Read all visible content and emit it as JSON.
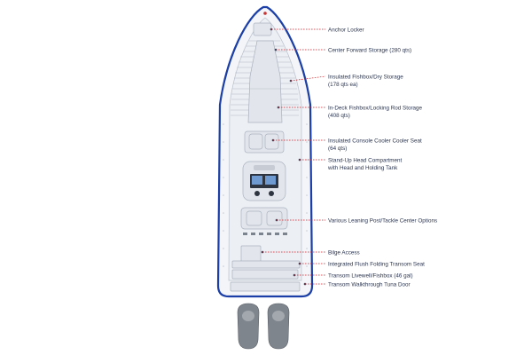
{
  "callouts": [
    {
      "id": "anchor-locker",
      "line1": "Anchor Locker",
      "line2": ""
    },
    {
      "id": "center-forward-storage",
      "line1": "Center Forward Storage (280 qts)",
      "line2": ""
    },
    {
      "id": "insulated-fishbox",
      "line1": "Insulated Fishbox/Dry Storage",
      "line2": "(178 qts ea)"
    },
    {
      "id": "in-deck-fishbox",
      "line1": "In-Deck Fishbox/Locking Rod Storage",
      "line2": "(408 qts)"
    },
    {
      "id": "console-cooler-seat",
      "line1": "Insulated Console Cooler Cooler Seat",
      "line2": "(64 qts)"
    },
    {
      "id": "head-compartment",
      "line1": "Stand-Up Head Compartment",
      "line2": "with Head and Holding Tank"
    },
    {
      "id": "leaning-post",
      "line1": "Various Leaning Post/Tackle Center Options",
      "line2": ""
    },
    {
      "id": "bilge-access",
      "line1": "Bilge Access",
      "line2": ""
    },
    {
      "id": "transom-seat",
      "line1": "Integrated Flush Folding Transom Seat",
      "line2": ""
    },
    {
      "id": "transom-livewell",
      "line1": "Transom Livewell/Fishbox (46 gal)",
      "line2": ""
    },
    {
      "id": "tuna-door",
      "line1": "Transom Walkthrough Tuna Door",
      "line2": ""
    }
  ],
  "colors": {
    "hull_outline": "#1b3fa6",
    "leader_line": "#d0242b",
    "label_text": "#2b3550",
    "engine": "#7f858d"
  }
}
